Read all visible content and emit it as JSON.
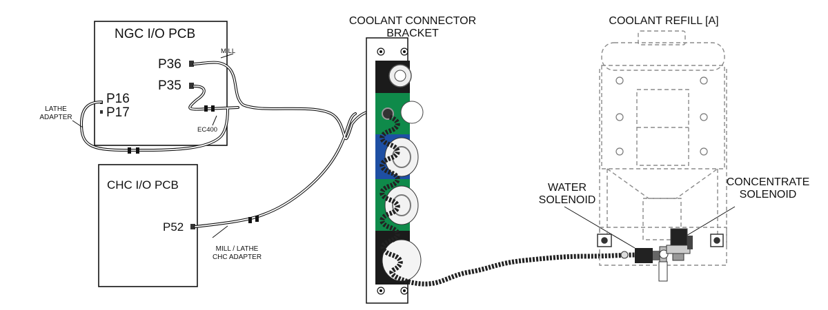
{
  "headings": {
    "bracket_line1": "COOLANT CONNECTOR",
    "bracket_line2": "BRACKET",
    "refill": "COOLANT REFILL [A]"
  },
  "ngc_board": {
    "title": "NGC I/O PCB",
    "ports": [
      "P36",
      "P35",
      "P16",
      "P17"
    ]
  },
  "chc_board": {
    "title": "CHC I/O PCB",
    "port": "P52"
  },
  "cables": {
    "mill": "MILL",
    "ec400": "EC400",
    "lathe_adapter_line1": "LATHE",
    "lathe_adapter_line2": "ADAPTER",
    "mill_lathe_line1": "MILL / LATHE",
    "mill_lathe_line2": "CHC ADAPTER"
  },
  "solenoids": {
    "water_line1": "WATER",
    "water_line2": "SOLENOID",
    "concentrate_line1": "CONCENTRATE",
    "concentrate_line2": "SOLENOID"
  },
  "colors": {
    "line": "#111111",
    "panel": "#1b1b1b",
    "green": "#0f8a4a",
    "blue": "#1e4fa3",
    "dashed": "#8a8a8a"
  }
}
